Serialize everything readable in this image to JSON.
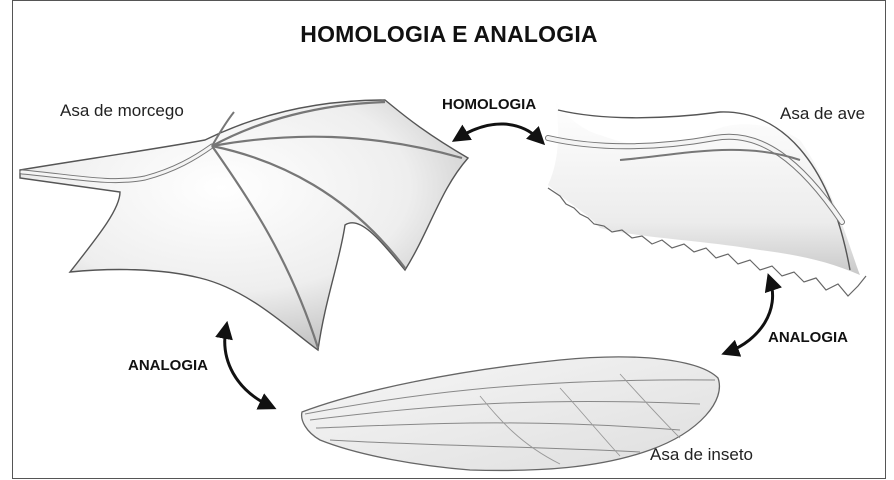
{
  "title": "HOMOLOGIA E ANALOGIA",
  "labels": {
    "bat": "Asa de morcego",
    "bird": "Asa de ave",
    "insect": "Asa de inseto"
  },
  "relations": {
    "top": "HOMOLOGIA",
    "left": "ANALOGIA",
    "right": "ANALOGIA"
  },
  "colors": {
    "ink": "#111111",
    "membrane": "#d7d7d7",
    "bone": "#f4f4f4"
  }
}
